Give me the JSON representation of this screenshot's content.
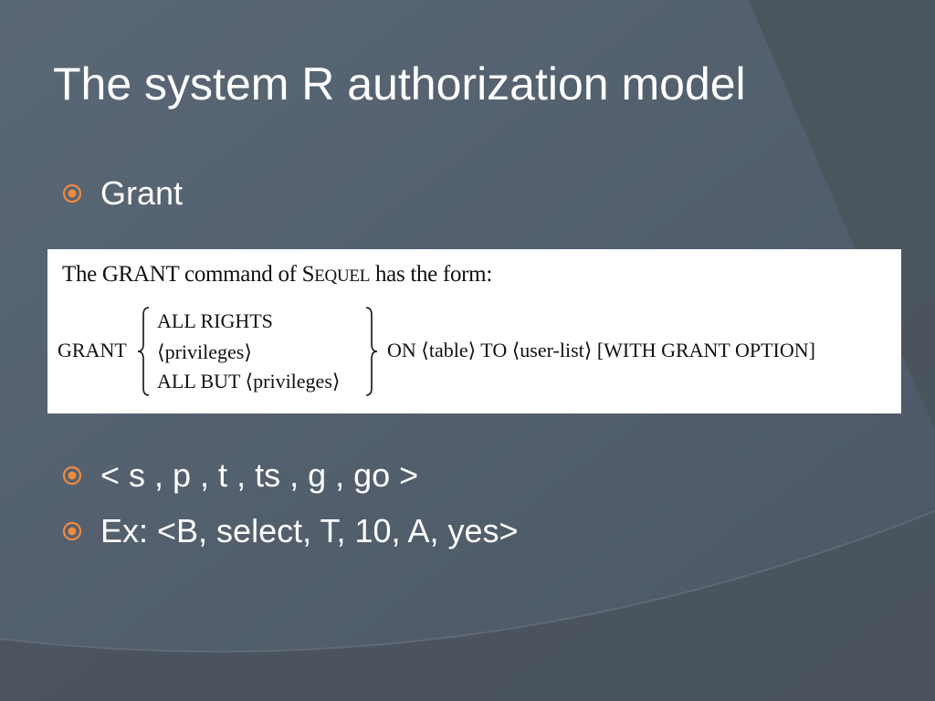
{
  "slide": {
    "title": "The system R authorization model",
    "bullets": [
      {
        "text": "Grant"
      },
      {
        "text": "< s , p , t , ts , g , go >"
      },
      {
        "text": "Ex: <B, select, T, 10, A, yes>"
      }
    ]
  },
  "grant_syntax": {
    "intro_before": "The GRANT command of ",
    "intro_sequel_first": "S",
    "intro_sequel_rest": "EQUEL",
    "intro_after": " has the form:",
    "keyword": "GRANT",
    "options": [
      "ALL RIGHTS",
      "⟨privileges⟩",
      "ALL BUT ⟨privileges⟩"
    ],
    "rest": "ON ⟨table⟩ TO ⟨user-list⟩ [WITH GRANT OPTION]"
  },
  "colors": {
    "background": "#525f6e",
    "title_text": "#ffffff",
    "bullet_accent": "#f08a3c"
  },
  "icons": {
    "bullet": "target-circle-icon"
  }
}
